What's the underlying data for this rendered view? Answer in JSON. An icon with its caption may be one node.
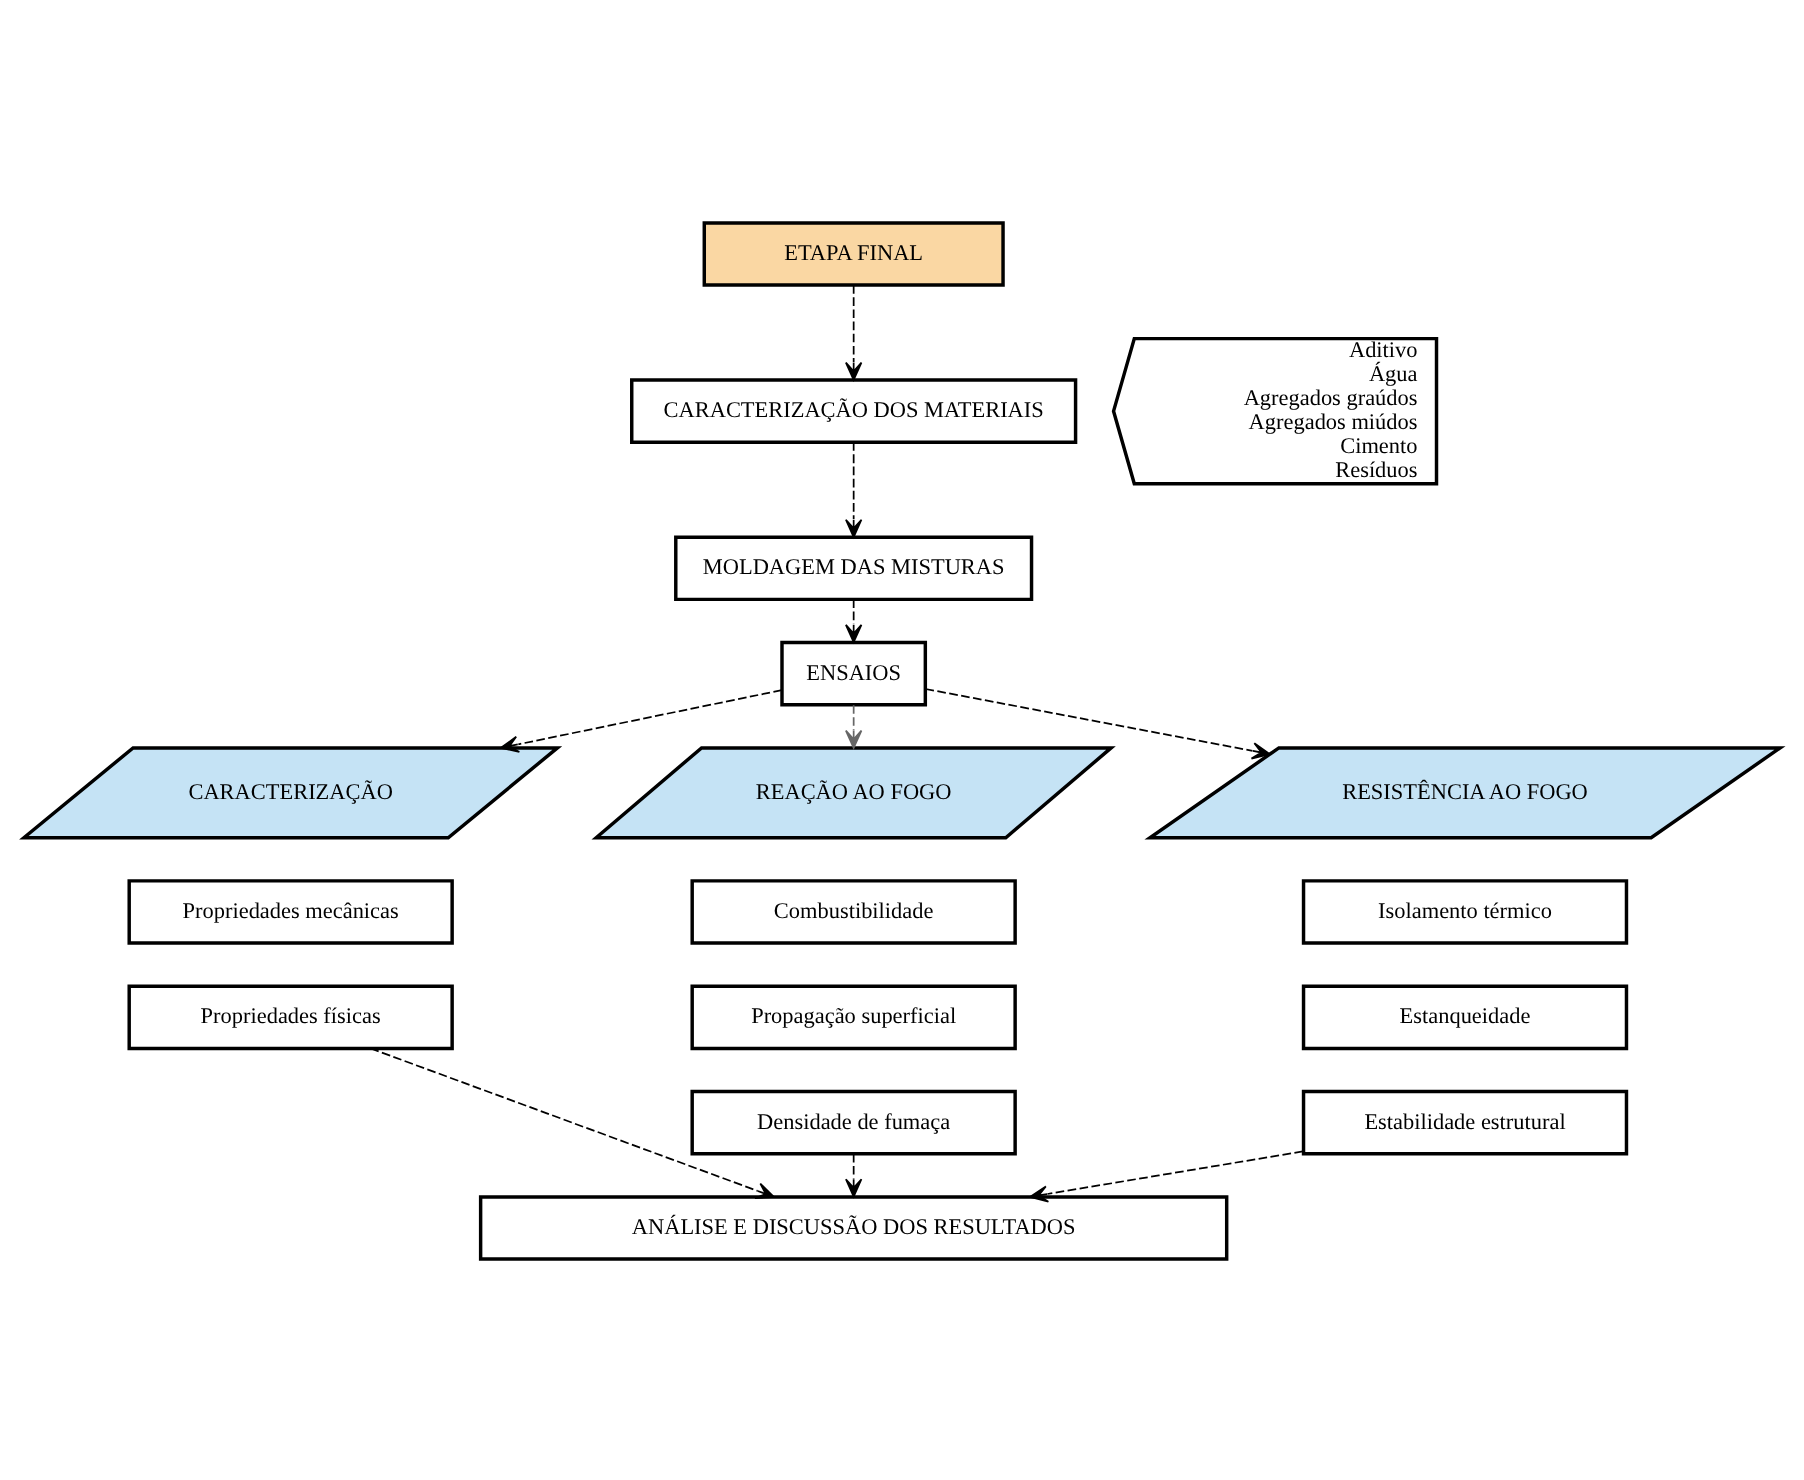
{
  "diagram": {
    "nodes": [
      {
        "text": [
          "ETAPA FINAL"
        ]
      },
      {
        "text": [
          "CARACTERIZAÇÃO DOS MATERIAIS"
        ]
      },
      {
        "text": [
          "Aditivo",
          "Água",
          "Agregados graúdos",
          "Agregados miúdos",
          "Cimento",
          "Resíduos"
        ]
      },
      {
        "text": [
          "MOLDAGEM DAS MISTURAS"
        ]
      },
      {
        "text": [
          "ENSAIOS"
        ]
      },
      {
        "text": [
          "CARACTERIZAÇÃO"
        ]
      },
      {
        "text": [
          "Propriedades mecânicas"
        ]
      },
      {
        "text": [
          "Propriedades físicas"
        ]
      },
      {
        "text": [
          "REAÇÃO AO FOGO"
        ]
      },
      {
        "text": [
          "Combustibilidade"
        ]
      },
      {
        "text": [
          "Propagação superficial"
        ]
      },
      {
        "text": [
          "Densidade de fumaça"
        ]
      },
      {
        "text": [
          "RESISTÊNCIA AO FOGO"
        ]
      },
      {
        "text": [
          "Isolamento térmico"
        ]
      },
      {
        "text": [
          "Estanqueidade"
        ]
      },
      {
        "text": [
          "Estabilidade estrutural"
        ]
      },
      {
        "text": [
          "ANÁLISE E DISCUSSÃO DOS RESULTADOS"
        ]
      }
    ],
    "edges": [
      {
        "from": 0,
        "to": 1,
        "arrow": "to",
        "style": "dashed"
      },
      {
        "from": 1,
        "to": 3,
        "arrow": "to",
        "style": "dashed"
      },
      {
        "from": 3,
        "to": 4,
        "arrow": "to",
        "style": "dashed"
      },
      {
        "from": 4,
        "to": 5,
        "arrow": "to",
        "style": "dashed"
      },
      {
        "from": 4,
        "to": 8,
        "arrow": "to",
        "style": "dashed",
        "color": "#666666"
      },
      {
        "from": 4,
        "to": 12,
        "arrow": "to",
        "style": "dashed"
      },
      {
        "from": 7,
        "to": 16,
        "arrow": "to",
        "style": "dashed"
      },
      {
        "from": 11,
        "to": 16,
        "arrow": "to",
        "style": "dashed"
      },
      {
        "from": 15,
        "to": 16,
        "arrow": "to",
        "style": "dashed"
      }
    ]
  }
}
